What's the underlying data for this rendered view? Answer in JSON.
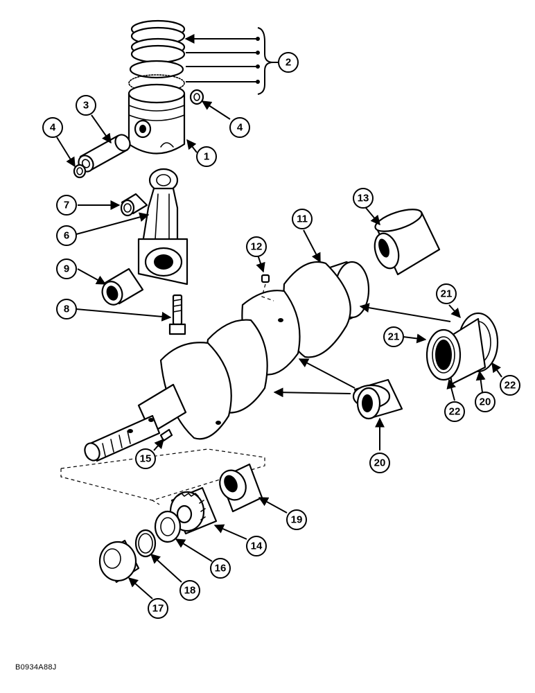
{
  "figure": {
    "reference_code": "B0934A88J",
    "callouts": [
      "1",
      "2",
      "3",
      "4",
      "4",
      "6",
      "7",
      "8",
      "9",
      "11",
      "12",
      "13",
      "14",
      "15",
      "16",
      "17",
      "18",
      "19",
      "20",
      "20",
      "21",
      "21",
      "22",
      "22"
    ]
  }
}
